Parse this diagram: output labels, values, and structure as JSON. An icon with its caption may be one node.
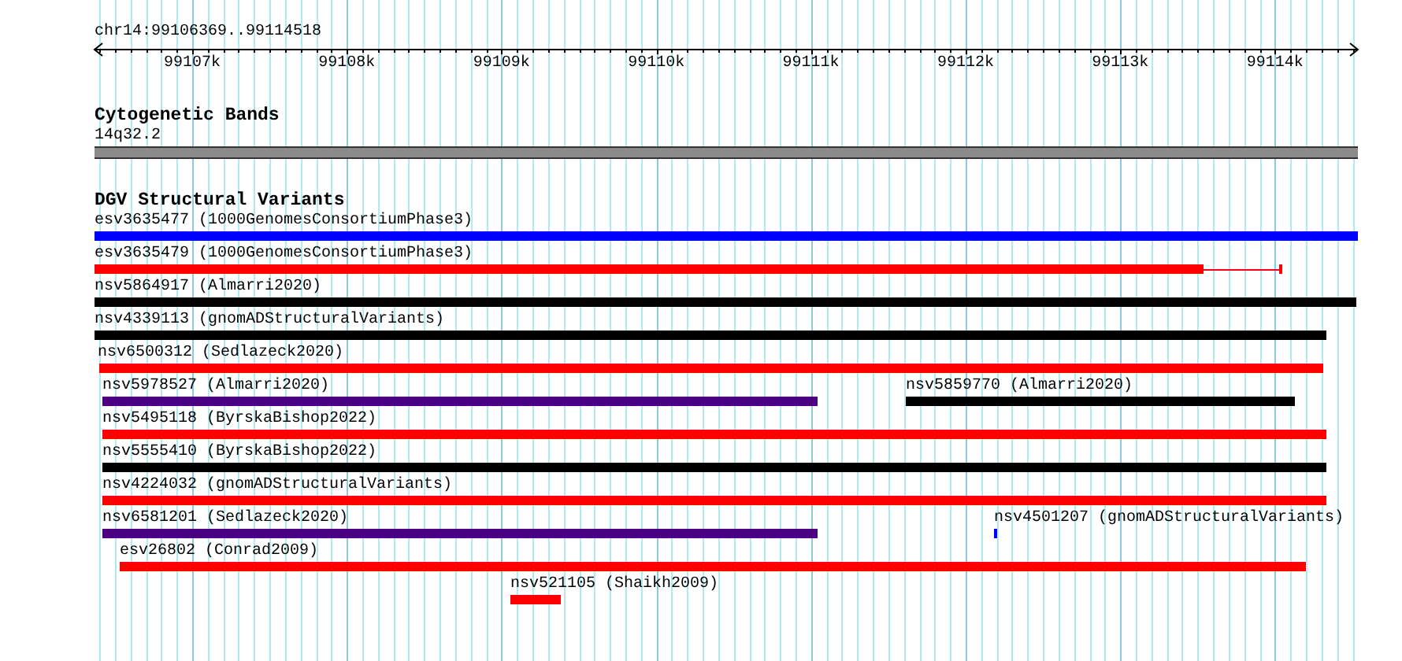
{
  "diagram": {
    "nodes": [
      {
        "text": [
          "14q32.2"
        ]
      },
      {
        "text": [
          "esv3635477 (1000GenomesConsortiumPhase3)"
        ]
      },
      {
        "text": [
          "esv3635479 (1000GenomesConsortiumPhase3)"
        ]
      },
      {
        "text": [
          "nsv5864917 (Almarri2020)"
        ]
      },
      {
        "text": [
          "nsv4339113 (gnomADStructuralVariants)"
        ]
      },
      {
        "text": [
          "nsv6500312 (Sedlazeck2020)"
        ]
      },
      {
        "text": [
          "nsv5978527 (Almarri2020)"
        ]
      },
      {
        "text": [
          "nsv5859770 (Almarri2020)"
        ]
      },
      {
        "text": [
          "nsv5495118 (ByrskaBishop2022)"
        ]
      },
      {
        "text": [
          "nsv5555410 (ByrskaBishop2022)"
        ]
      },
      {
        "text": [
          "nsv4224032 (gnomADStructuralVariants)"
        ]
      },
      {
        "text": [
          "nsv6581201 (Sedlazeck2020)"
        ]
      },
      {
        "text": [
          "nsv4501207 (gnomADStructuralVariants)"
        ]
      },
      {
        "text": [
          "esv26802 (Conrad2009)"
        ]
      },
      {
        "text": [
          "nsv521105 (Shaikh2009)"
        ]
      }
    ],
    "labels": [
      "chr14:99106369..99114518",
      "99107k",
      "99108k",
      "99109k",
      "99110k",
      "99111k",
      "99112k",
      "99113k",
      "99114k",
      "Cytogenetic Bands",
      "DGV Structural Variants"
    ]
  }
}
